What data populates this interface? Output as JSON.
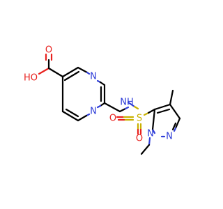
{
  "atoms": {
    "carboxyl_oh": "HO",
    "carboxyl_o": "O",
    "pyrimidine_n_top": "N",
    "pyrimidine_n_bottom": "N",
    "amine_nh": "NH",
    "sulfur": "S",
    "sulfonyl_o_left": "O",
    "sulfonyl_o_bottom": "O",
    "pyrazole_n1": "N",
    "pyrazole_n2": "N"
  },
  "colors": {
    "carbon_bond": "#000000",
    "oxygen": "#e8211e",
    "nitrogen": "#2f3ed8",
    "sulfur": "#c9b100"
  }
}
